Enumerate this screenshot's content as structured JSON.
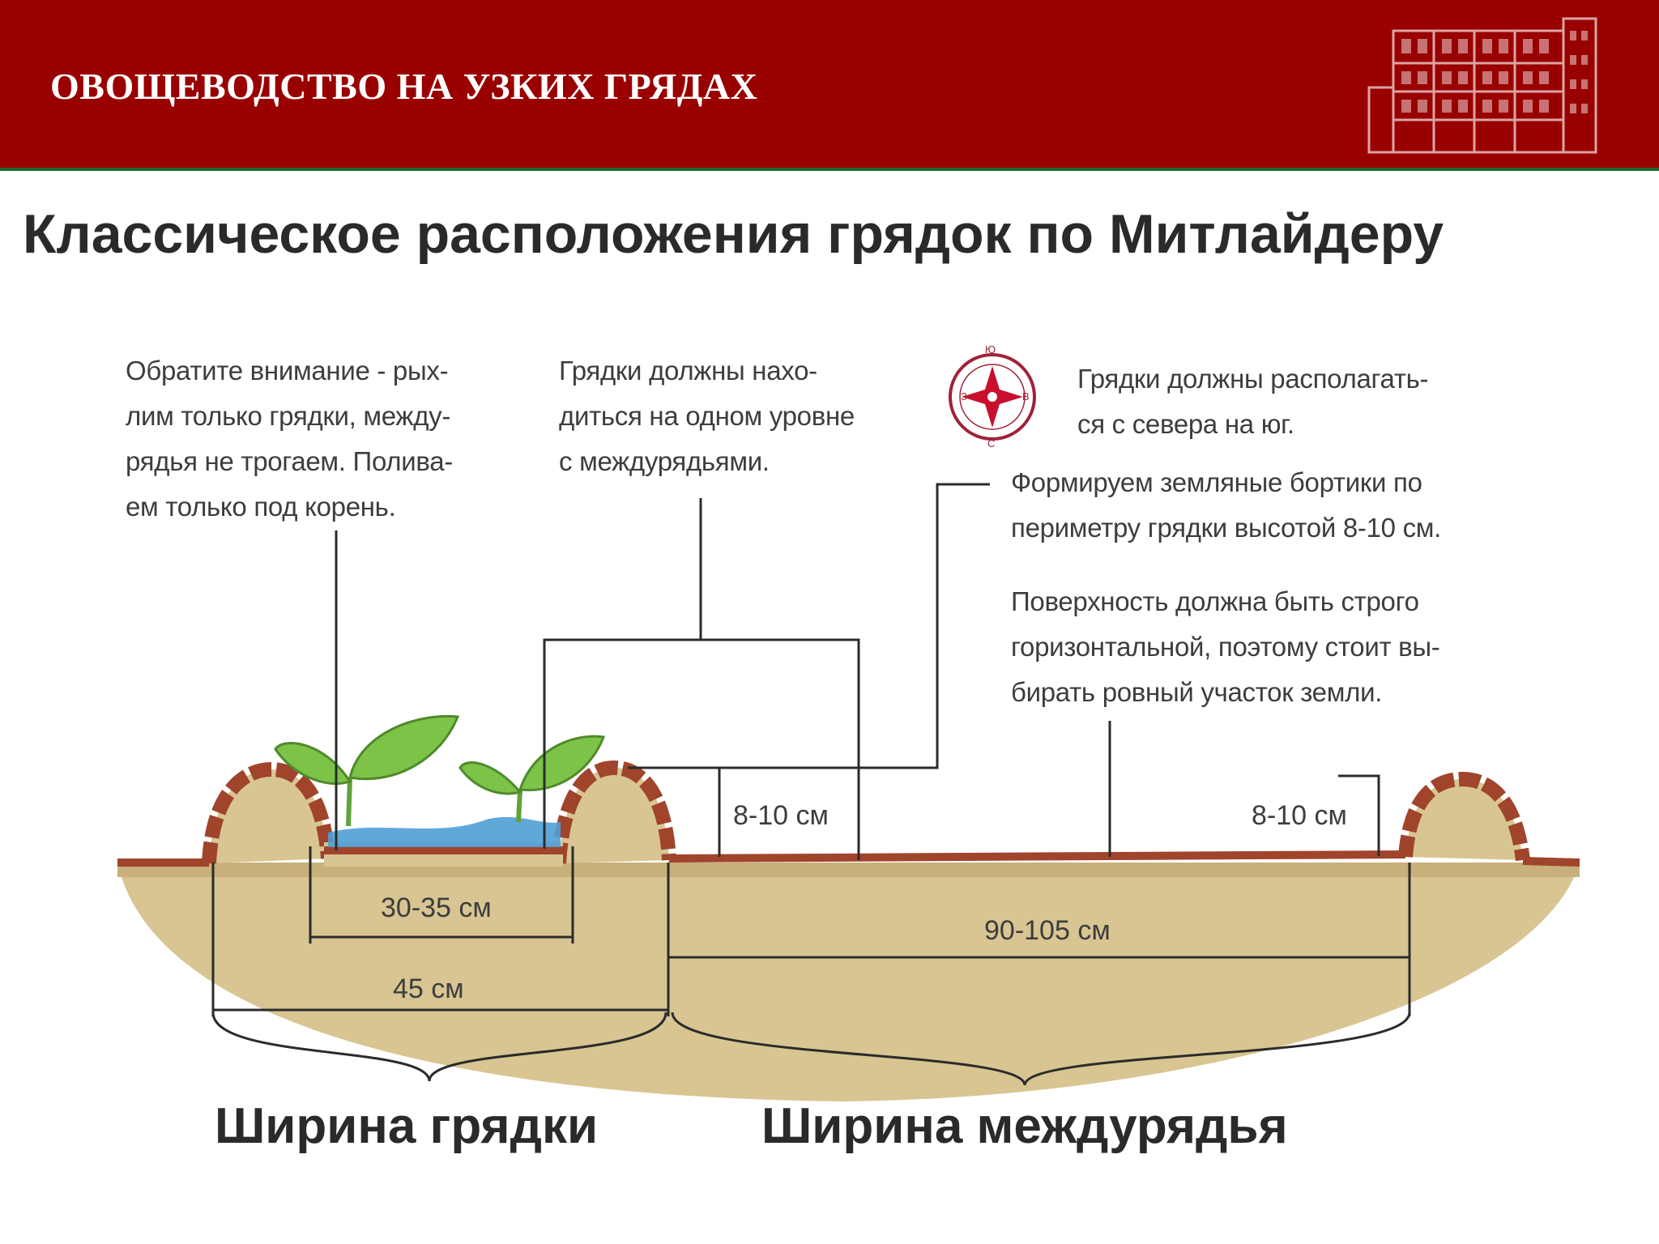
{
  "header": {
    "title": "ОВОЩЕВОДСТВО НА УЗКИХ ГРЯДАХ",
    "bg_color": "#990000",
    "logo_icon": "building-icon"
  },
  "diagram": {
    "title": "Классическое расположения грядок по Митлайдеру",
    "notes": {
      "loosen": "Обратите внимание - рых-\nлим только грядки, между-\nрядья не трогаем. Полива-\nем только под корень.",
      "level": "Грядки должны нахо-\nдиться на одном уровне\nс междурядьями.",
      "orientation": "Грядки должны располагать-\nся с севера на юг.",
      "borders": "Формируем земляные бортики по\nпериметру грядки высотой 8-10 см.",
      "surface": "Поверхность должна быть строго\nгоризонтальной, поэтому стоит вы-\nбирать ровный участок земли."
    },
    "compass": {
      "n": "Ю",
      "s": "С",
      "w": "З",
      "e": "В",
      "icon": "compass-icon"
    },
    "measurements": {
      "border_height_left": "8-10 см",
      "border_height_right": "8-10 см",
      "inner_width": "30-35 см",
      "bed_width": "45 см",
      "path_width": "90-105 см"
    },
    "labels": {
      "bed_width": "Ширина грядки",
      "path_width": "Ширина междурядья"
    },
    "colors": {
      "soil": "#c7b07a",
      "soil_light": "#d8c592",
      "border": "#a0442c",
      "water": "#4f9fd6",
      "leaf": "#7cc348",
      "line": "#2b2b2b"
    }
  }
}
